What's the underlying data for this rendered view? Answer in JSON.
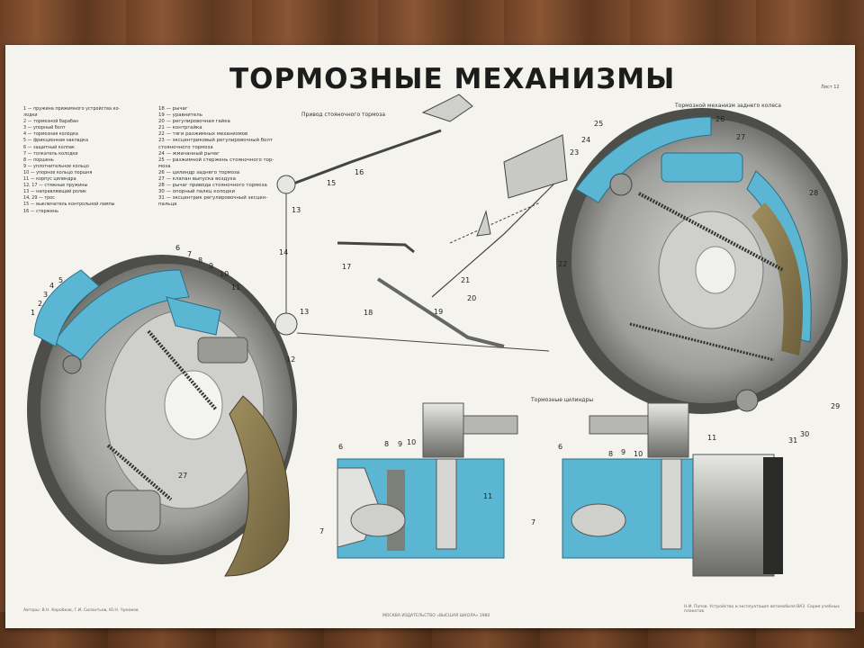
{
  "title": "ТОРМОЗНЫЕ МЕХАНИЗМЫ",
  "page_no": "Лист 12",
  "captions": {
    "handbrake": "Привод стояночного тормоза",
    "rear_brake": "Тормозной механизм заднего колеса",
    "cylinders": "Тормозные цилиндры"
  },
  "legend_left": [
    "1 — пружина прижимного устройства ко-",
    "     лодки",
    "2 — тормозной барабан",
    "3 — упорный болт",
    "4 — тормозная колодка",
    "5 — фрикционная накладка",
    "6 — защитный колпак",
    "7 — толкатель колодки",
    "8 — поршень",
    "9 — уплотнительное кольцо",
    "10 — упорное кольцо поршня",
    "11 — корпус цилиндра",
    "12, 17 — стяжные пружины",
    "13 — направляющий ролик",
    "14, 29 — трос",
    "15 — выключатель контрольной лампы",
    "16 — стержень"
  ],
  "legend_right": [
    "18 — рычаг",
    "19 — уравнитель",
    "20 — регулировочная гайка",
    "21 — контргайка",
    "22 — тяги разжимных механизмов",
    "23 — эксцентриковый регулировочный болт",
    "        стояночного тормоза",
    "24 — жмачанный рычаг",
    "25 — разжимной стержень стояночного тор-",
    "        моза",
    "26 — цилиндр заднего тормоза",
    "27 — клапан выпуска воздуха",
    "28 — рычаг привода стояночного тормоза",
    "30 — опорный палец колодки",
    "31 — эксцентрик регулировочный эксцен-",
    "        пальца"
  ],
  "callouts": {
    "left": [
      "1",
      "2",
      "3",
      "4",
      "5",
      "6",
      "7",
      "8",
      "9",
      "10",
      "11",
      "12",
      "27"
    ],
    "middle": [
      "13",
      "14",
      "15",
      "16",
      "13",
      "17",
      "18",
      "19",
      "20",
      "21",
      "22"
    ],
    "right": [
      "23",
      "24",
      "25",
      "26",
      "27",
      "28",
      "29",
      "30",
      "31"
    ],
    "cyl_left": [
      "6",
      "8",
      "9",
      "10",
      "11",
      "7"
    ],
    "cyl_right": [
      "6",
      "8",
      "9",
      "10",
      "11",
      "7"
    ]
  },
  "footer": {
    "left": "Авторы: В.Н. Коробков, Г.И. Силантьев, Ю.Н. Чумаков",
    "center": "МОСКВА  ИЗДАТЕЛЬСТВО «ВЫСШАЯ ШКОЛА»  1980",
    "right": "Н.И. Попов. Устройство и эксплуатация автомобиля ВАЗ. Серия учебных плакатов"
  },
  "colors": {
    "blue": "#5bb6d3",
    "metal": "#b9b9b6",
    "lining": "#8a7a52",
    "paper": "#f4f3ee"
  }
}
